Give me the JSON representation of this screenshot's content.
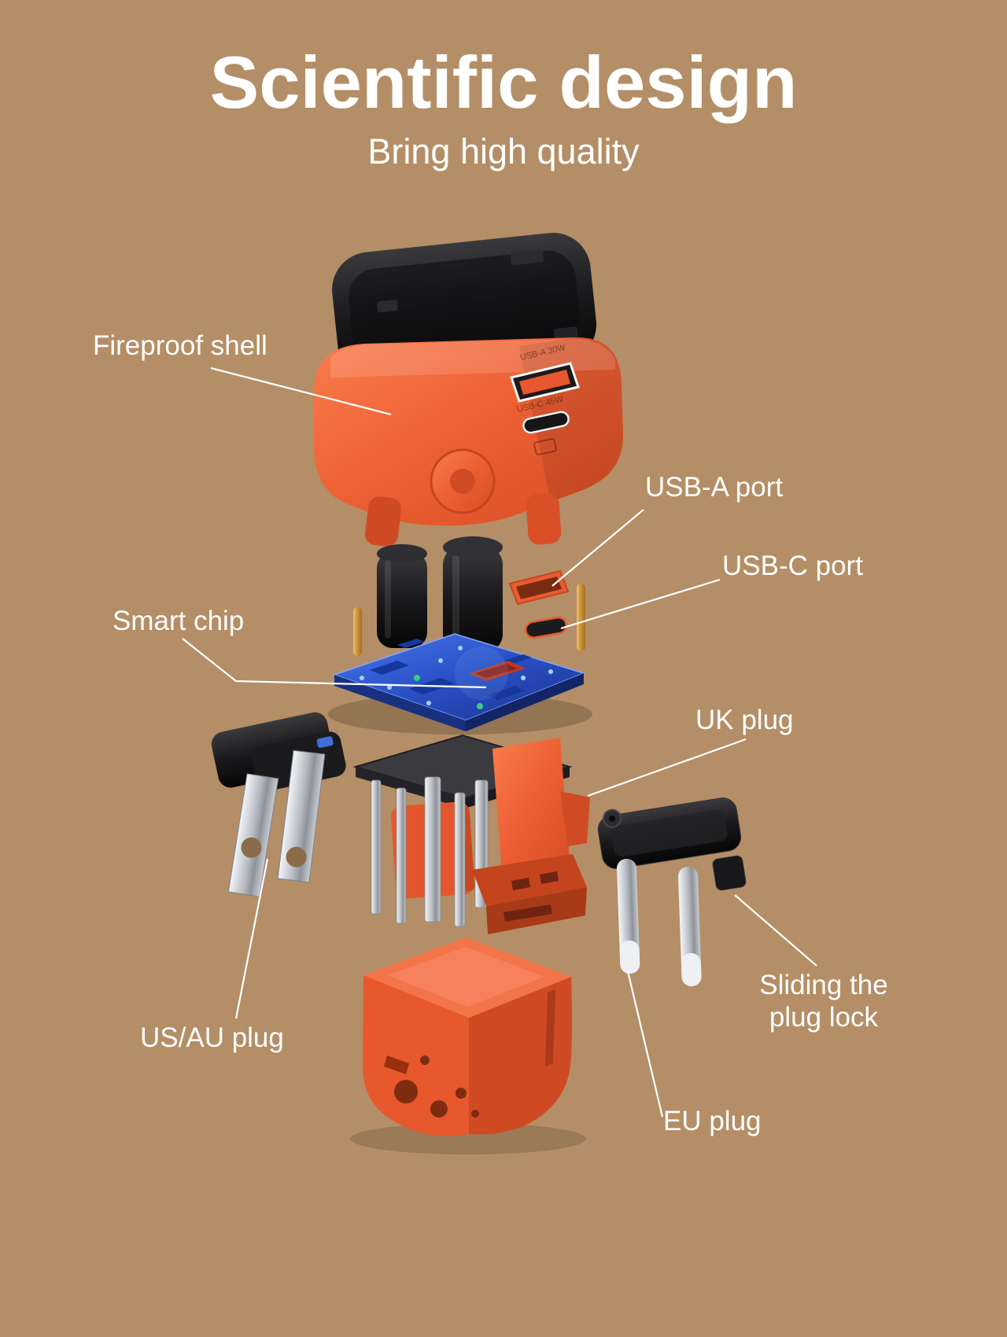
{
  "header": {
    "title": "Scientific design",
    "subtitle": "Bring high quality"
  },
  "labels": {
    "fireproof_shell": "Fireproof shell",
    "usb_a_port": "USB-A port",
    "usb_c_port": "USB-C port",
    "smart_chip": "Smart chip",
    "uk_plug": "UK plug",
    "us_au_plug": "US/AU plug",
    "sliding_plug_lock": "Sliding the plug lock",
    "eu_plug": "EU plug"
  },
  "shell_markings": {
    "usb_a": "USB-A 30W",
    "usb_c": "USB-C 45W"
  },
  "colors": {
    "background": "#b48e66",
    "text": "#ffffff",
    "shell_orange": "#e85a2e",
    "pcb_blue": "#2a4fc5",
    "metal_silver": "#c6c9cf",
    "gold_pin": "#cf9a3f",
    "black_parts": "#141416",
    "leader_line": "#ffffff"
  }
}
